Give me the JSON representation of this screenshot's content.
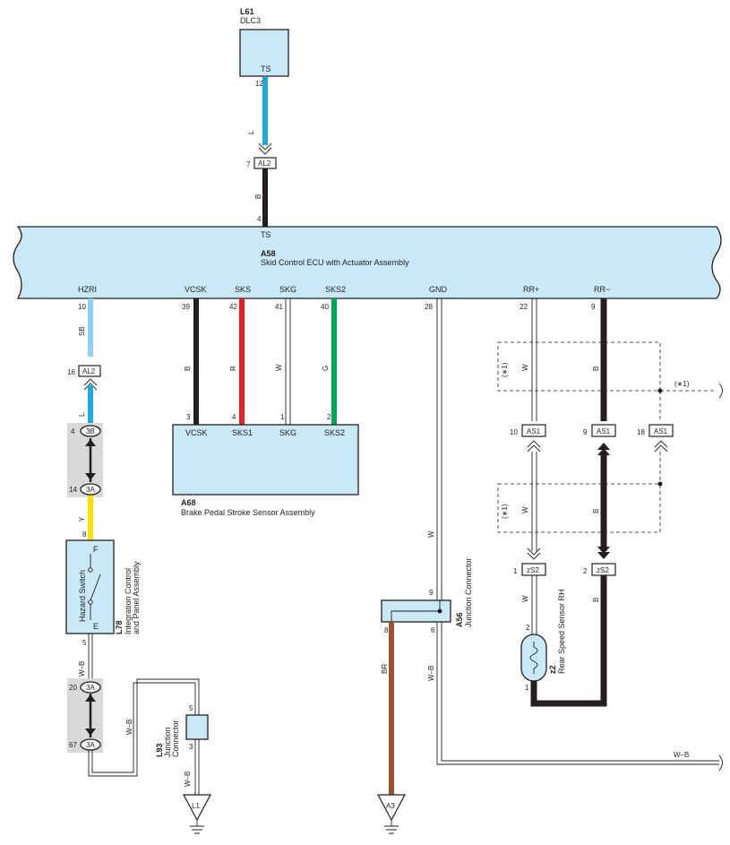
{
  "dlc3": {
    "code": "L61",
    "name": "DLC3",
    "terminal": "TS",
    "pin": "12"
  },
  "al2_top": {
    "label": "AL2",
    "pin": "7"
  },
  "ecu": {
    "code": "A58",
    "name": "Skid Control ECU with Actuator Assembly",
    "top_terminal": "TS",
    "top_pin": "4",
    "terminals": [
      {
        "name": "HZRI",
        "pin": "10",
        "wire": "SB"
      },
      {
        "name": "VCSK",
        "pin": "39",
        "wire": "B"
      },
      {
        "name": "SKS",
        "pin": "42",
        "wire": "R"
      },
      {
        "name": "SKG",
        "pin": "41",
        "wire": "W"
      },
      {
        "name": "SKS2",
        "pin": "40",
        "wire": "G"
      },
      {
        "name": "GND",
        "pin": "28",
        "wire": "W"
      },
      {
        "name": "RR+",
        "pin": "22",
        "wire": "W"
      },
      {
        "name": "RR−",
        "pin": "9",
        "wire": "B"
      }
    ]
  },
  "wire_colors": {
    "L": "L",
    "B": "B",
    "SB": "SB",
    "Y": "Y",
    "WB": "W–B",
    "BR": "BR"
  },
  "pedal_sensor": {
    "code": "A68",
    "name": "Brake Pedal Stroke Sensor Assembly",
    "terminals": [
      {
        "name": "VCSK",
        "pin": "3"
      },
      {
        "name": "SKS1",
        "pin": "4"
      },
      {
        "name": "SKG",
        "pin": "1"
      },
      {
        "name": "SKS2",
        "pin": "2"
      }
    ]
  },
  "al2_left": {
    "label": "AL2",
    "pin": "16"
  },
  "conn_3b": {
    "label": "3B",
    "pin": "4"
  },
  "conn_3a_1": {
    "label": "3A",
    "pin": "14"
  },
  "hazard": {
    "code": "L78",
    "name_line1": "Integration Control",
    "name_line2": "and Panel Assembly",
    "switch": "Hazard Switch",
    "term_f": "F",
    "term_e": "E",
    "pin_f": "8",
    "pin_e": "5"
  },
  "conn_3a_2": {
    "label": "3A",
    "pin": "20"
  },
  "conn_3a_3": {
    "label": "3A",
    "pin": "67"
  },
  "l93": {
    "code": "L93",
    "name_line1": "Junction",
    "name_line2": "Connector",
    "pin_in": "5",
    "pin_out": "3"
  },
  "ground_l1": "L1",
  "a56": {
    "code": "A56",
    "name": "Junction Connector",
    "pin_in": "9",
    "pin_br": "8",
    "pin_wb": "6"
  },
  "ground_a3": "A3",
  "as1": [
    {
      "label": "AS1",
      "pin": "10"
    },
    {
      "label": "AS1",
      "pin": "9"
    },
    {
      "label": "AS1",
      "pin": "18"
    }
  ],
  "note": "(∗1)",
  "zs2": [
    {
      "label": "zS2",
      "pin": "1"
    },
    {
      "label": "zS2",
      "pin": "2"
    }
  ],
  "rear_sensor": {
    "code": "z2",
    "name": "Rear Speed Sensor RH",
    "pin_top": "2",
    "pin_bottom": "1"
  },
  "colors": {
    "L": "#1ba9e1",
    "SB": "#8fd1f0",
    "B": "#231f20",
    "R": "#ed1c24",
    "G": "#00a651",
    "Y": "#ffe000",
    "BR": "#a0522d",
    "box": "#c9e9f6",
    "gray": "#d9d9d9"
  }
}
